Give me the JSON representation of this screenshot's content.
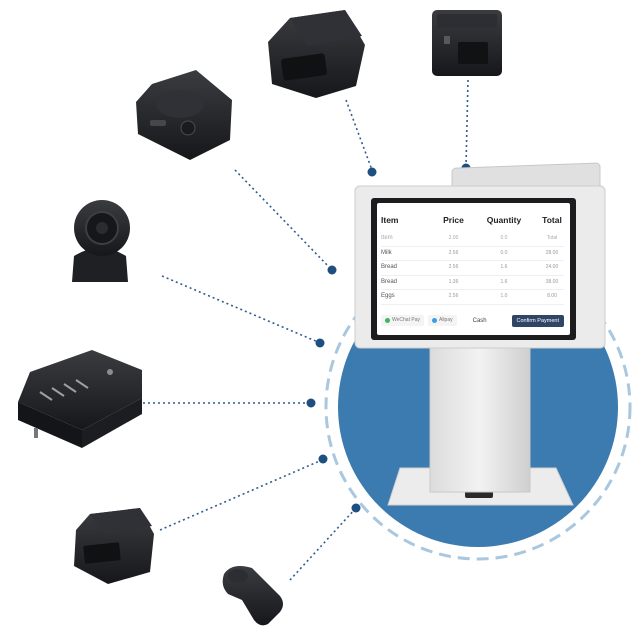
{
  "pos": {
    "headers": {
      "item": "Item",
      "price": "Price",
      "quantity": "Quantity",
      "total": "Total"
    },
    "rows": [
      {
        "item": "Item",
        "price": "2.00",
        "quantity": "0.0",
        "total": "Total"
      },
      {
        "item": "Milk",
        "price": "2.56",
        "quantity": "0.0",
        "total": "28.00"
      },
      {
        "item": "Bread",
        "price": "2.56",
        "quantity": "1.6",
        "total": "24.00"
      },
      {
        "item": "Bread",
        "price": "1.36",
        "quantity": "1.6",
        "total": "38.00"
      },
      {
        "item": "Eggs",
        "price": "2.56",
        "quantity": "1.0",
        "total": "8.00"
      }
    ],
    "pay_wechat": "WeChat Pay",
    "pay_alipay": "Alipay",
    "cash": "Cash",
    "confirm": "Confirm Payment"
  },
  "colors": {
    "accent_blue": "#3b7bb0",
    "dot_line": "#2f5e8e",
    "dark_device": "#222428",
    "confirm_button": "#2f4566",
    "wechat_green": "#3cb55d",
    "alipay_blue": "#3a9be6"
  },
  "devices": [
    "receipt-printer-icon",
    "thermal-printer-icon",
    "portable-printer-icon",
    "qr-scanner-icon",
    "cash-drawer-icon",
    "compact-printer-icon",
    "barcode-scanner-icon"
  ]
}
